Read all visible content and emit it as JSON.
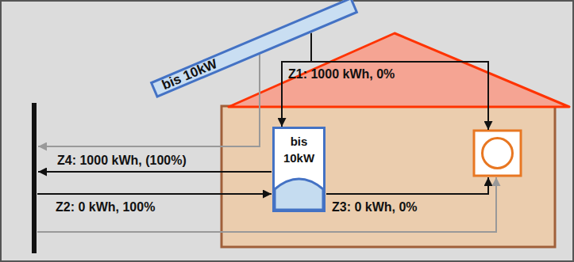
{
  "diagram": {
    "nodes": [
      {
        "text": [
          "bis 10kW"
        ]
      },
      {
        "text": [
          "bis 10kW"
        ]
      }
    ],
    "edges": [
      {
        "from": 0,
        "to": 1,
        "arrow": "to",
        "label": "Z1: 1000 kWh, 0%"
      }
    ],
    "labels": [
      "Z4: 1000 kWh, (100%)",
      "Z2: 0 kWh, 100%",
      "Z3: 0 kWh, 0%"
    ]
  }
}
